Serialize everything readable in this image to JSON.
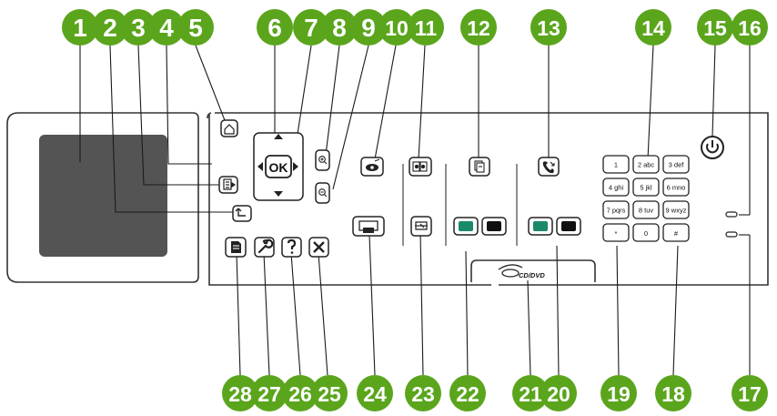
{
  "callouts": {
    "c1": "1",
    "c2": "2",
    "c3": "3",
    "c4": "4",
    "c5": "5",
    "c6": "6",
    "c7": "7",
    "c8": "8",
    "c9": "9",
    "c10": "10",
    "c11": "11",
    "c12": "12",
    "c13": "13",
    "c14": "14",
    "c15": "15",
    "c16": "16",
    "c17": "17",
    "c18": "18",
    "c19": "19",
    "c20": "20",
    "c21": "21",
    "c22": "22",
    "c23": "23",
    "c24": "24",
    "c25": "25",
    "c26": "26",
    "c27": "27",
    "c28": "28"
  },
  "ok_label": "OK",
  "cd_label": "CD/DVD",
  "keypad": {
    "k1": "1",
    "k2": "2 abc",
    "k3": "3 def",
    "k4": "4 ghi",
    "k5": "5 jkl",
    "k6": "6 mno",
    "k7": "7 pqrs",
    "k8": "8 tuv",
    "k9": "9 wxyz",
    "kstar": "*",
    "k0": "0",
    "khash": "#"
  },
  "colors": {
    "callout_green": "#5aa51c",
    "start_color_green": "#1a8a6a",
    "panel_outline": "#333333"
  },
  "icons": {
    "home": "home-icon",
    "menu": "menu-icon",
    "back": "back-icon",
    "zoom_in": "zoom-in-icon",
    "zoom_out": "zoom-out-icon",
    "red_eye": "red-eye-icon",
    "reprint": "reprint-icon",
    "copy_menu": "copy-menu-icon",
    "fax_menu": "fax-menu-icon",
    "power": "power-icon",
    "print_photos": "print-photos-icon",
    "scan": "scan-icon",
    "setup": "wrench-icon",
    "help": "help-icon",
    "cancel": "cancel-icon",
    "print_menu": "document-icon",
    "cd": "cd-dvd-icon"
  }
}
